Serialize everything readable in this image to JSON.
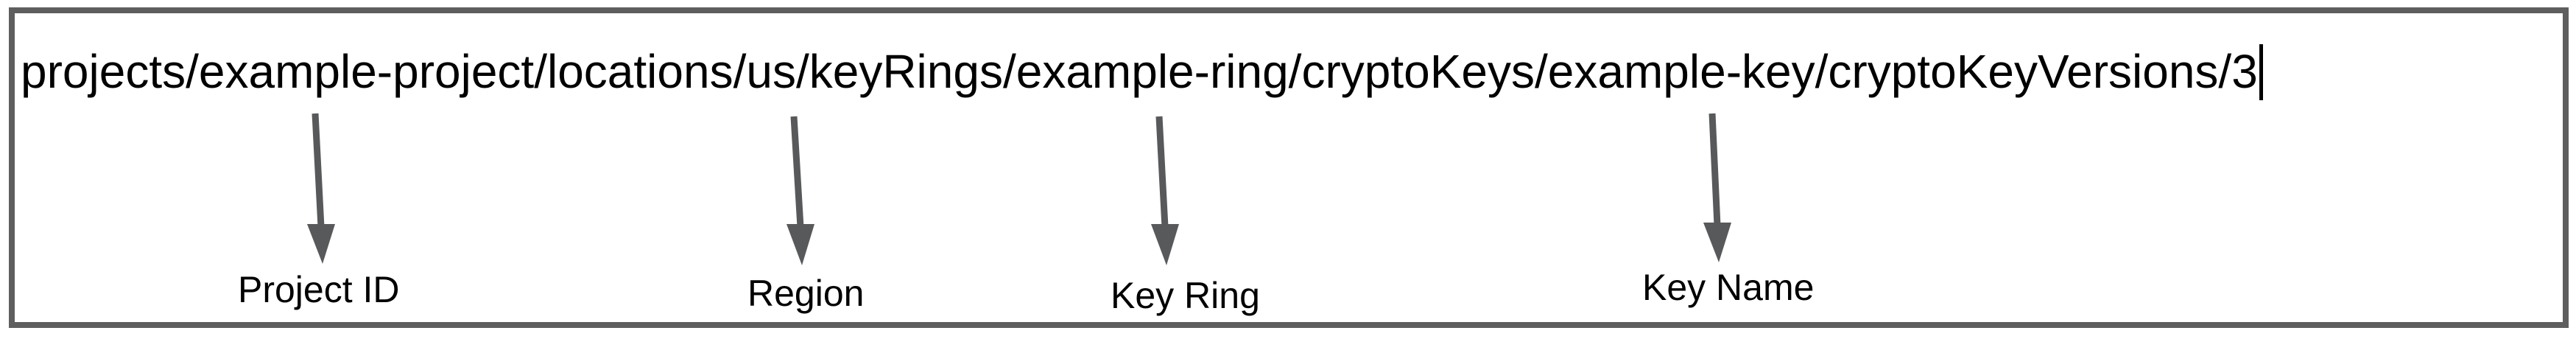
{
  "diagram": {
    "resource_path": "projects/example-project/locations/us/keyRings/example-ring/cryptoKeys/example-key/cryptoKeyVersions/3",
    "annotations": [
      {
        "label": "Project ID",
        "segment": "example-project"
      },
      {
        "label": "Region",
        "segment": "us"
      },
      {
        "label": "Key Ring",
        "segment": "example-ring"
      },
      {
        "label": "Key Name",
        "segment": "example-key"
      }
    ],
    "colors": {
      "frame_border": "#5e5e5e",
      "arrow": "#58595b",
      "text": "#000000",
      "background": "#ffffff"
    }
  }
}
